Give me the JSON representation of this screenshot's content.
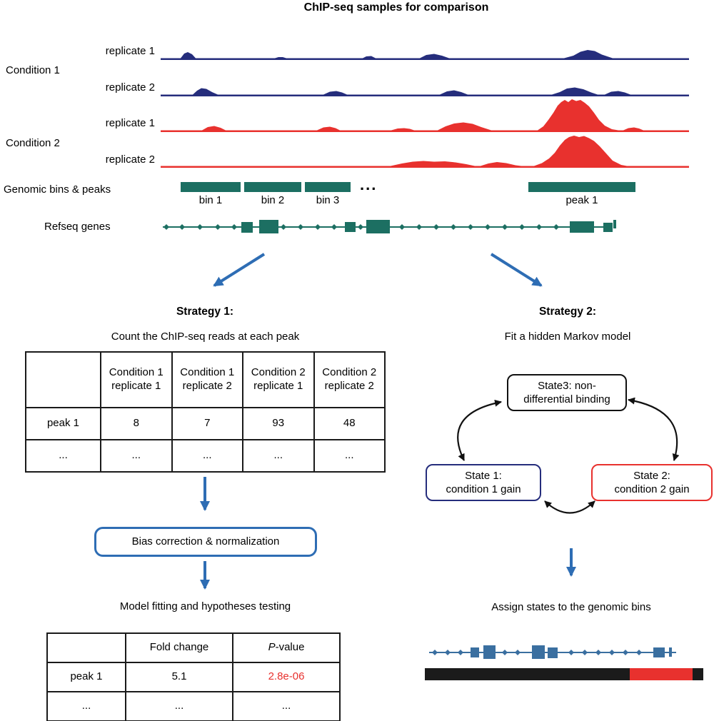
{
  "title": "ChIP-seq samples for comparison",
  "tracks": {
    "condition1": "Condition 1",
    "condition2": "Condition 2",
    "replicate1": "replicate 1",
    "replicate2": "replicate 2"
  },
  "bins_row": {
    "label": "Genomic bins & peaks",
    "bin1": "bin 1",
    "bin2": "bin 2",
    "bin3": "bin 3",
    "ellipsis": "...",
    "peak1": "peak 1"
  },
  "refseq": {
    "label": "Refseq genes"
  },
  "strategy1": {
    "heading": "Strategy 1:",
    "subtitle": "Count the ChIP-seq reads at each peak",
    "counts_table": {
      "headers": [
        "",
        "Condition 1\nreplicate 1",
        "Condition 1\nreplicate 2",
        "Condition 2\nreplicate 1",
        "Condition 2\nreplicate 2"
      ],
      "rows": [
        [
          "peak 1",
          "8",
          "7",
          "93",
          "48"
        ],
        [
          "...",
          "...",
          "...",
          "...",
          "..."
        ]
      ]
    },
    "bias_box_label": "Bias correction & normalization",
    "model_text": "Model fitting and hypotheses testing",
    "results_table": {
      "col0_header": "",
      "fold_change_header": "Fold change",
      "p_header_italic": "P",
      "p_header_rest": "-value",
      "rows": [
        [
          "peak 1",
          "5.1",
          "2.8e-06"
        ],
        [
          "...",
          "...",
          "..."
        ]
      ]
    }
  },
  "strategy2": {
    "heading": "Strategy 2:",
    "subtitle": "Fit a hidden Markov model",
    "state3_label": "State3: non-\ndifferential binding",
    "state1_label": "State 1:\ncondition 1 gain",
    "state2_label": "State 2:\ncondition 2 gain",
    "assign_text": "Assign states to the genomic bins"
  },
  "colors": {
    "condition1": "#252d7c",
    "condition2": "#e8312e",
    "teal": "#1c6f62",
    "accent_blue": "#2e6db4",
    "gene_track_blue": "#3a6fa0",
    "pvalue_red": "#e8312e",
    "bar_black": "#1b1b1b"
  }
}
